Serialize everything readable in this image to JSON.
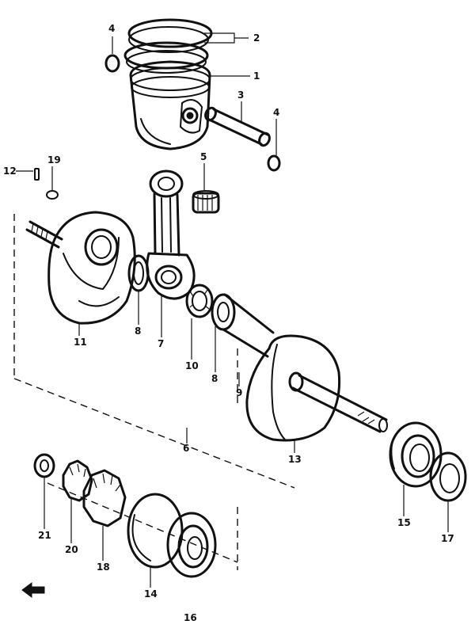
{
  "labels": {
    "p1": "1",
    "p2": "2",
    "p3": "3",
    "p4a": "4",
    "p4b": "4",
    "p5": "5",
    "p6": "6",
    "p7": "7",
    "p8a": "8",
    "p8b": "8",
    "p9": "9",
    "p10": "10",
    "p11": "11",
    "p12": "12",
    "p13": "13",
    "p14": "14",
    "p15": "15",
    "p16": "16",
    "p17": "17",
    "p18": "18",
    "p19": "19",
    "p20": "20",
    "p21": "21"
  },
  "colors": {
    "ink": "#111111",
    "paper": "#ffffff"
  }
}
